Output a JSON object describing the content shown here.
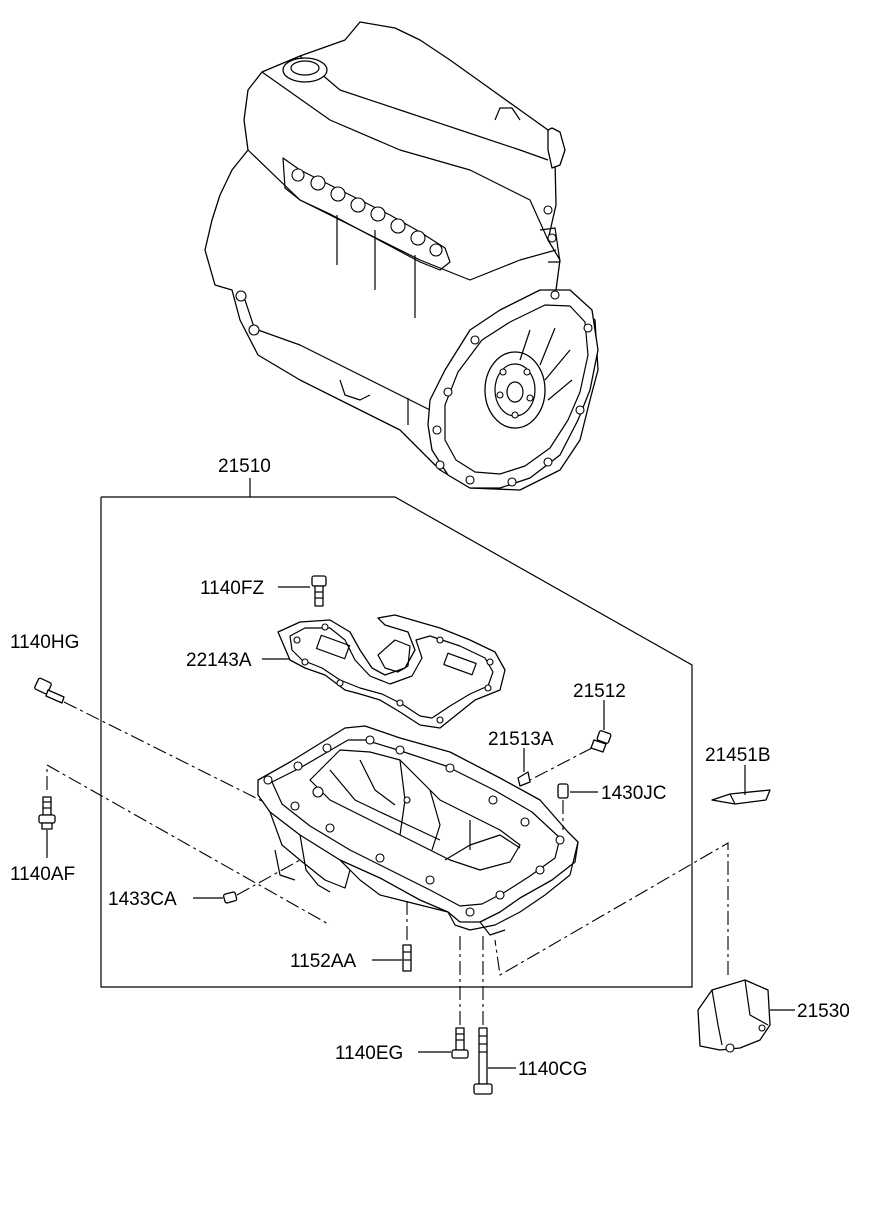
{
  "labels": {
    "p21510": "21510",
    "p1140FZ": "1140FZ",
    "p1140HG": "1140HG",
    "p22143A": "22143A",
    "p21512": "21512",
    "p21513A": "21513A",
    "p21451B": "21451B",
    "p1430JC": "1430JC",
    "p1140AF": "1140AF",
    "p1433CA": "1433CA",
    "p1152AA": "1152AA",
    "p21530": "21530",
    "p1140EG": "1140EG",
    "p1140CG": "1140CG"
  }
}
